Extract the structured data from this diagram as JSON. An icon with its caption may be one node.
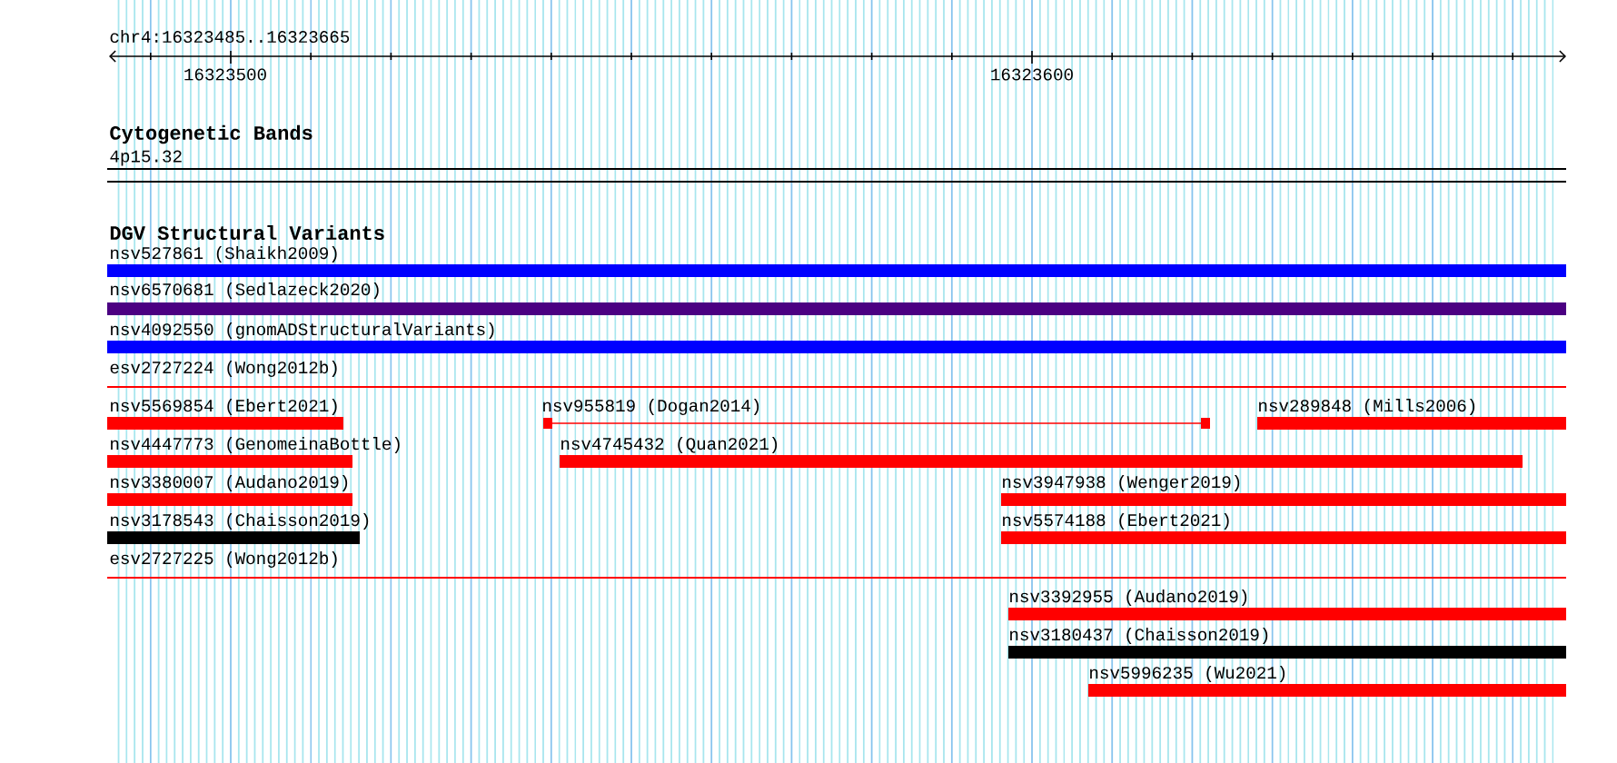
{
  "diagram": {
    "nodes": [
      {
        "text": [
          "nsv527861 (Shaikh2009)"
        ]
      },
      {
        "text": [
          "nsv6570681 (Sedlazeck2020)"
        ]
      },
      {
        "text": [
          "nsv4092550 (gnomADStructuralVariants)"
        ]
      },
      {
        "text": [
          "esv2727224 (Wong2012b)"
        ]
      },
      {
        "text": [
          "nsv5569854 (Ebert2021)"
        ]
      },
      {
        "text": [
          "nsv955819 (Dogan2014)"
        ]
      },
      {
        "text": [
          "nsv289848 (Mills2006)"
        ]
      },
      {
        "text": [
          "nsv4447773 (GenomeinaBottle)"
        ]
      },
      {
        "text": [
          "nsv4745432 (Quan2021)"
        ]
      },
      {
        "text": [
          "nsv3380007 (Audano2019)"
        ]
      },
      {
        "text": [
          "nsv3947938 (Wenger2019)"
        ]
      },
      {
        "text": [
          "nsv3178543 (Chaisson2019)"
        ]
      },
      {
        "text": [
          "nsv5574188 (Ebert2021)"
        ]
      },
      {
        "text": [
          "esv2727225 (Wong2012b)"
        ]
      },
      {
        "text": [
          "nsv3392955 (Audano2019)"
        ]
      },
      {
        "text": [
          "nsv3180437 (Chaisson2019)"
        ]
      },
      {
        "text": [
          "nsv5996235 (Wu2021)"
        ]
      }
    ],
    "labels": [
      "chr4:16323485..16323665",
      "16323500",
      "16323600",
      "Cytogenetic Bands",
      "4p15.32",
      "DGV Structural Variants"
    ]
  }
}
